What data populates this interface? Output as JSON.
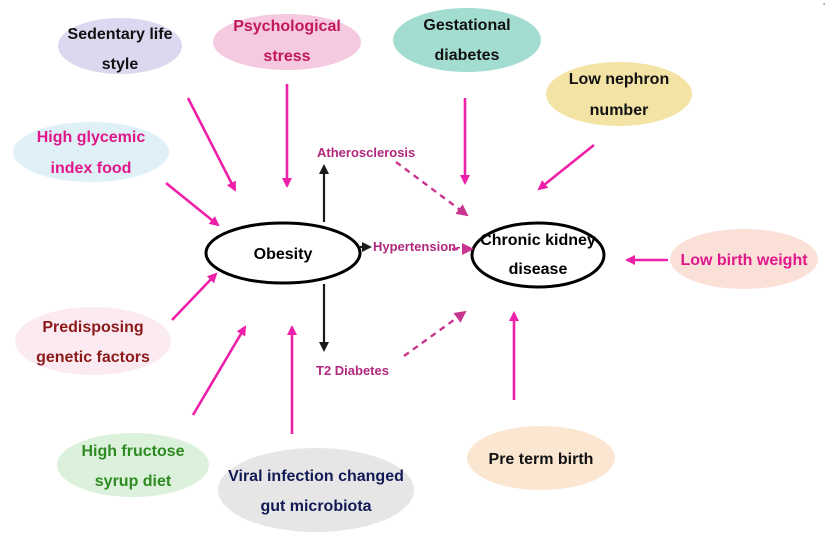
{
  "colors": {
    "pink_arrow": "#ee1fa8",
    "dark_arrow": "#1a1a1a",
    "dashed_arrow": "#c8358f"
  },
  "center": {
    "obesity": "Obesity",
    "ckd_line1": "Chronic kidney",
    "ckd_line2": "disease"
  },
  "links": {
    "atherosclerosis": "Atherosclerosis",
    "hypertension": "Hypertension-",
    "t2_diabetes": "T2 Diabetes"
  },
  "factors": [
    {
      "id": "sedentary",
      "line1": "Sedentary life",
      "line2": "style",
      "fill": "#dcd8f0",
      "text_color": "#111111"
    },
    {
      "id": "psych",
      "line1": "Psychological",
      "line2": "stress",
      "fill": "#f5c9e0",
      "text_color": "#c2185b"
    },
    {
      "id": "gestational",
      "line1": "Gestational",
      "line2": "diabetes",
      "fill": "#a3dcd0",
      "text_color": "#111111"
    },
    {
      "id": "nephron",
      "line1": "Low nephron",
      "line2": "number",
      "fill": "#f3e3a5",
      "text_color": "#111111"
    },
    {
      "id": "glycemic",
      "line1": "High glycemic",
      "line2": "index food",
      "fill": "#dff1f6",
      "text_color": "#e0168a"
    },
    {
      "id": "genetic",
      "line1": "Predisposing",
      "line2": "genetic factors",
      "fill": "#fbeaf1",
      "text_color": "#8b1a1a"
    },
    {
      "id": "birthweight",
      "line1": "Low birth weight",
      "line2": "",
      "fill": "#fbe0d8",
      "text_color": "#e0168a"
    },
    {
      "id": "fructose",
      "line1": "High fructose",
      "line2": "syrup diet",
      "fill": "#dcf1dc",
      "text_color": "#2e8b22"
    },
    {
      "id": "viral",
      "line1": "Viral infection changed",
      "line2": "gut microbiota",
      "fill": "#e6e6e6",
      "text_color": "#111a55"
    },
    {
      "id": "preterm",
      "line1": "Pre term birth",
      "line2": "",
      "fill": "#fbe6d2",
      "text_color": "#111111"
    }
  ]
}
